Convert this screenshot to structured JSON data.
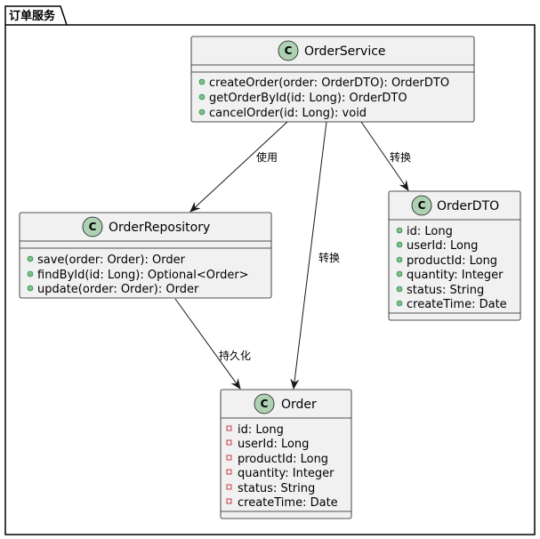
{
  "package": {
    "name": "订单服务"
  },
  "classes": {
    "order_service": {
      "name": "OrderService",
      "stereotype": "C",
      "methods": [
        "createOrder(order: OrderDTO): OrderDTO",
        "getOrderById(id: Long): OrderDTO",
        "cancelOrder(id: Long): void"
      ]
    },
    "order_repository": {
      "name": "OrderRepository",
      "stereotype": "C",
      "methods": [
        "save(order: Order): Order",
        "findById(id: Long): Optional<Order>",
        "update(order: Order): Order"
      ]
    },
    "order_dto": {
      "name": "OrderDTO",
      "stereotype": "C",
      "fields": [
        "id: Long",
        "userId: Long",
        "productId: Long",
        "quantity: Integer",
        "status: String",
        "createTime: Date"
      ]
    },
    "order": {
      "name": "Order",
      "stereotype": "C",
      "fields": [
        "id: Long",
        "userId: Long",
        "productId: Long",
        "quantity: Integer",
        "status: String",
        "createTime: Date"
      ]
    }
  },
  "relations": {
    "service_to_repository": "使用",
    "service_to_order": "转换",
    "service_to_dto": "转换",
    "repository_to_order": "持久化"
  },
  "colors": {
    "class_fill": "#F1F1F1",
    "class_border": "#181818",
    "circle_fill": "#ADD1B2",
    "public_marker": "#84BE84",
    "private_marker": "#C82930"
  }
}
